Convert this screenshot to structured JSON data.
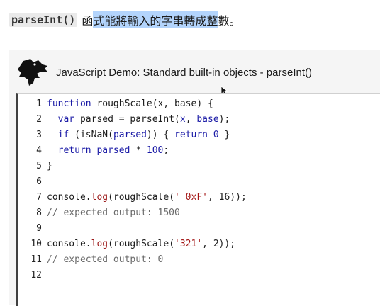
{
  "intro": {
    "code": "parseInt()",
    "text_before": "函",
    "text_selected": "式能將輸入的字串轉成整",
    "text_after": "數。"
  },
  "demo": {
    "title": "JavaScript Demo: Standard built-in objects - parseInt()"
  },
  "editor": {
    "line_numbers": [
      "1",
      "2",
      "3",
      "4",
      "5",
      "6",
      "7",
      "8",
      "9",
      "10",
      "11",
      "12"
    ],
    "tokens": {
      "l1_a": "function",
      "l1_b": " roughScale(x, base) {",
      "l2_a": "  var",
      "l2_b": " parsed = parseInt(",
      "l2_c": "x",
      "l2_d": ", ",
      "l2_e": "base",
      "l2_f": ");",
      "l3_a": "  if",
      "l3_b": " (isNaN(",
      "l3_c": "parsed",
      "l3_d": ")) { ",
      "l3_e": "return",
      "l3_f": " 0",
      "l3_g": " }",
      "l4_a": "  return",
      "l4_b": " parsed",
      "l4_c": " * ",
      "l4_d": "100",
      "l4_e": ";",
      "l5_a": "}",
      "l7_a": "console.",
      "l7_b": "log",
      "l7_c": "(roughScale(",
      "l7_d": "' 0xF'",
      "l7_e": ", 16));",
      "l8_a": "// expected output: 1500",
      "l10_a": "console.",
      "l10_b": "log",
      "l10_c": "(roughScale(",
      "l10_d": "'321'",
      "l10_e": ", 2));",
      "l11_a": "// expected output: 0"
    }
  },
  "icons": {
    "logo": "dinosaur-head-logo",
    "cursor": "mouse-pointer-icon"
  }
}
